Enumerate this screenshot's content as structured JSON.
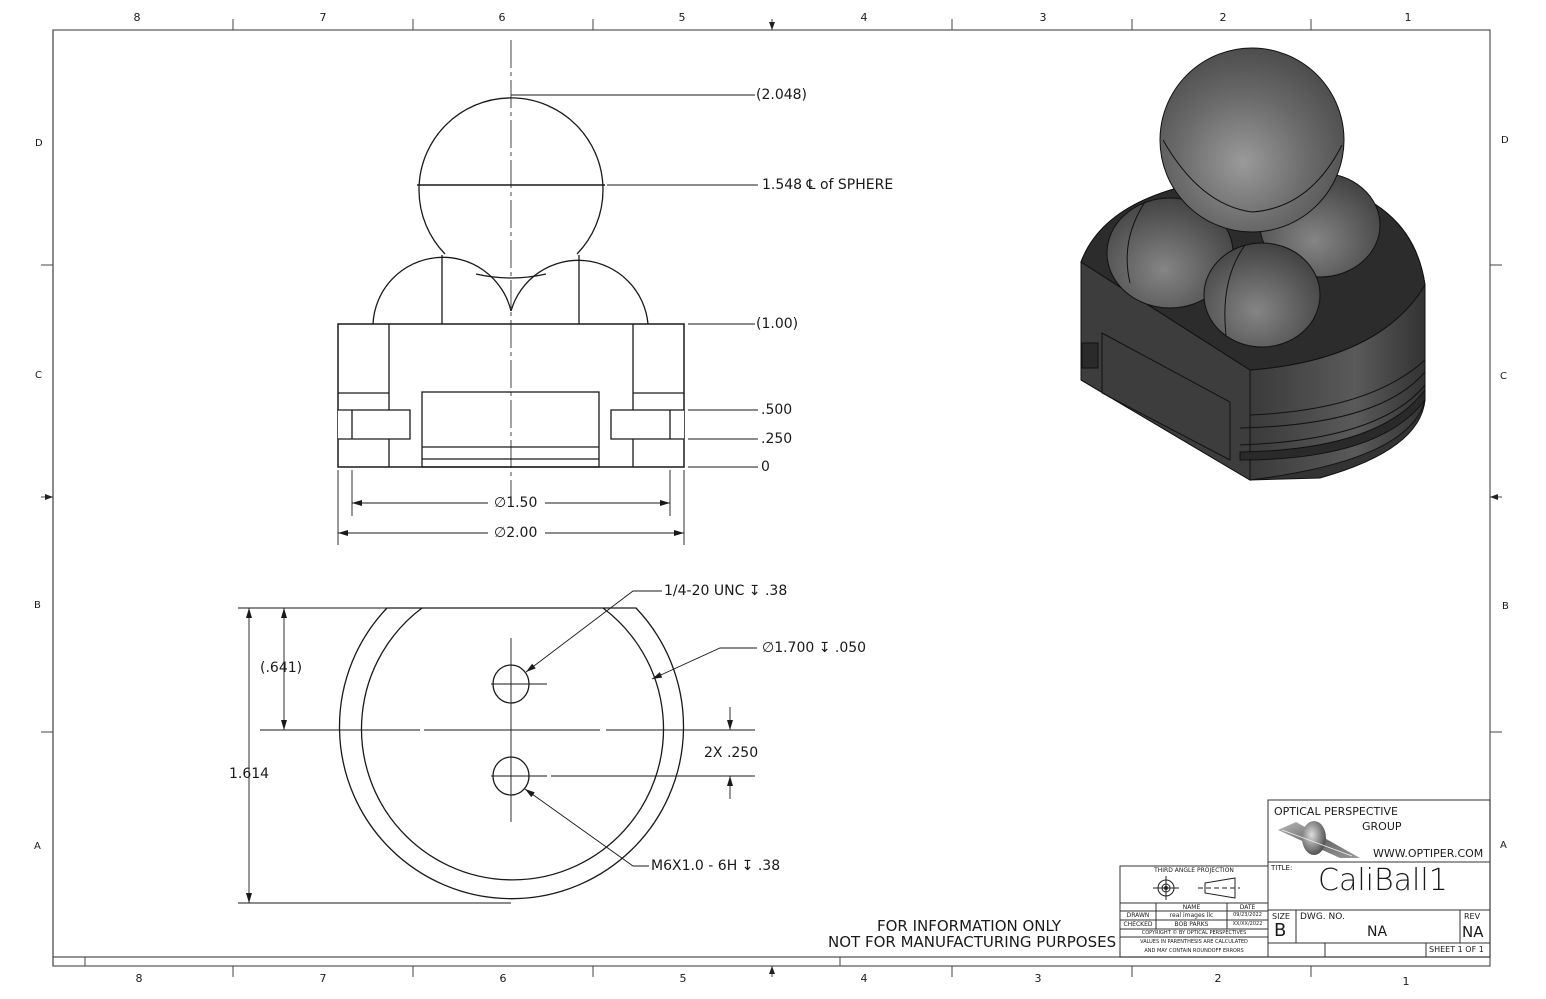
{
  "drawing": {
    "title": "CaliBall1",
    "note_line1": "FOR INFORMATION ONLY",
    "note_line2": "NOT FOR MANUFACTURING PURPOSES"
  },
  "zones": {
    "columns": [
      "8",
      "7",
      "6",
      "5",
      "4",
      "3",
      "2",
      "1"
    ],
    "rows": [
      "D",
      "C",
      "B",
      "A"
    ]
  },
  "front_view": {
    "dims_right": {
      "top_sphere": "(2.048)",
      "sphere_center": "1.548 ℄ of SPHERE",
      "base_top": "(1.00)",
      "groove_top": ".500",
      "groove_bottom": ".250",
      "zero": "0"
    },
    "dims_bottom": {
      "inner_diameter": "∅1.50",
      "outer_diameter": "∅2.00"
    }
  },
  "bottom_view": {
    "callout_hole1": "1/4-20 UNC ↧ .38",
    "callout_recess": "∅1.700 ↧ .050",
    "callout_hole2": "M6X1.0 - 6H ↧ .38",
    "dim_offset": "(.641)",
    "dim_height": "1.614",
    "dim_spacing": "2X .250"
  },
  "title_block": {
    "company_line1": "OPTICAL PERSPECTIVE",
    "company_line2": "GROUP",
    "website": "WWW.OPTIPER.COM",
    "title_label": "TITLE:",
    "title_value": "CaliBall1",
    "size_label": "SIZE",
    "size_value": "B",
    "dwg_no_label": "DWG.  NO.",
    "dwg_no_value": "NA",
    "rev_label": "REV",
    "rev_value": "NA",
    "sheet": "SHEET 1  OF 1",
    "projection_label": "THIRD ANGLE PROJECTION",
    "table": {
      "header_name": "NAME",
      "header_date": "DATE",
      "rows": [
        {
          "role": "DRAWN",
          "name": "real images llc",
          "date": "09/23/2022"
        },
        {
          "role": "CHECKED",
          "name": "BOB PARKS",
          "date": "XX/XX/2022"
        }
      ],
      "copyright": "COPYRIGHT © BY OPTICAL PERSPECTIVES",
      "disclaimer1": "VALUES IN PARENTHESIS ARE CALCULATED",
      "disclaimer2": "AND MAY CONTAIN ROUNDOFF ERRORS"
    }
  },
  "colors": {
    "line": "#1a1a1a",
    "border": "#555555",
    "render_dark": "#2a2a2a",
    "render_mid": "#444444",
    "sphere": "#6e6e6e"
  }
}
